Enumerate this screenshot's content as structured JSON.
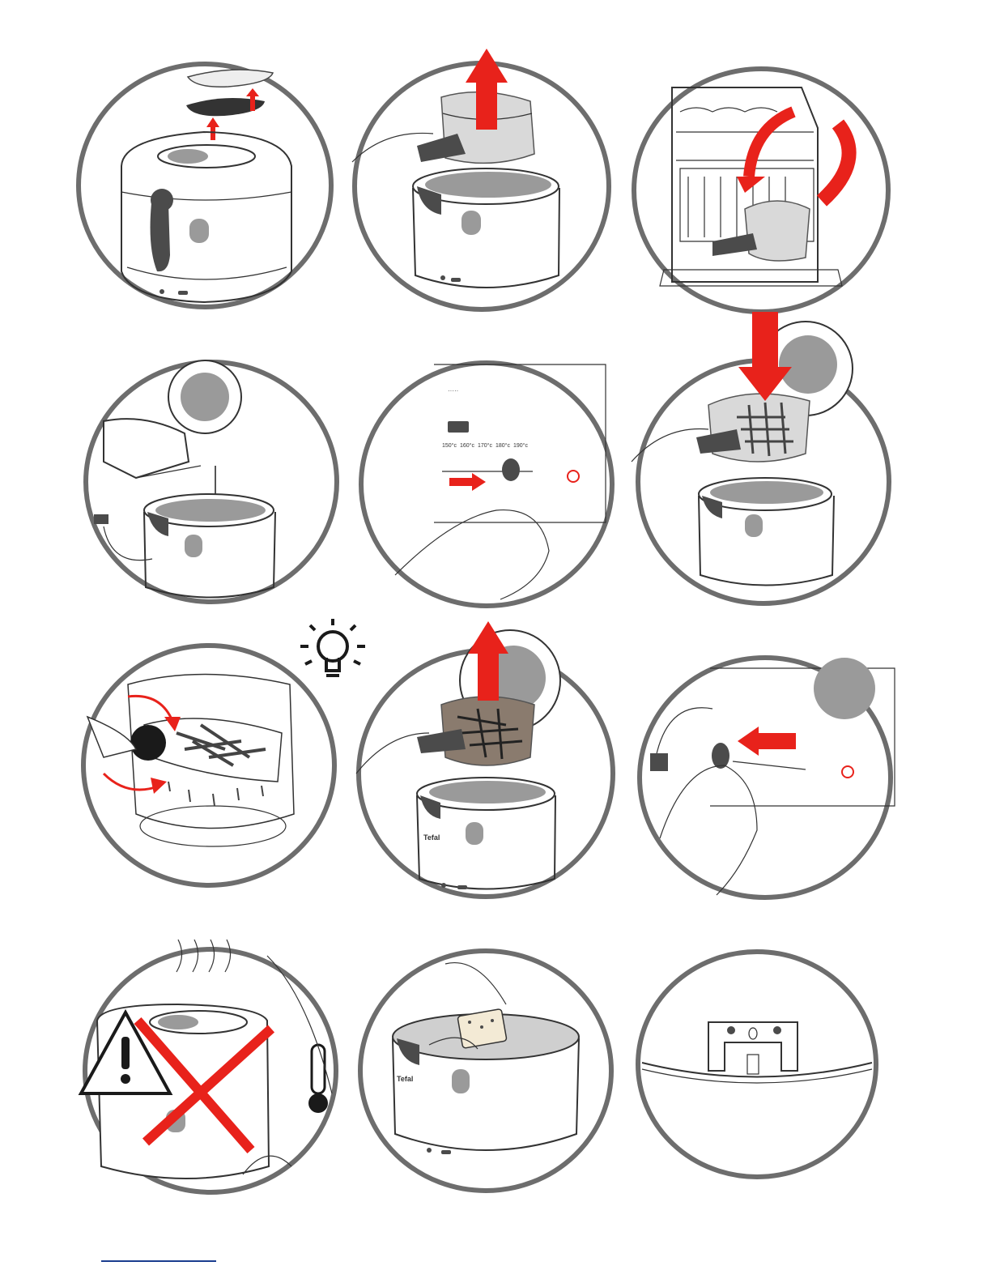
{
  "page": {
    "background": "#ffffff",
    "accent_color": "#e8221b",
    "outline_color": "#6d6d6d",
    "footer_rule_color": "#1a3d8f"
  },
  "panels": [
    {
      "id": "p1",
      "icon": "filter-lid-removal-illustration"
    },
    {
      "id": "p2",
      "icon": "basket-lift-illustration"
    },
    {
      "id": "p3",
      "icon": "dishwasher-basket-illustration"
    },
    {
      "id": "p4",
      "icon": "oil-pouring-illustration"
    },
    {
      "id": "p5",
      "icon": "thermostat-dial-illustration",
      "labels": [
        "150°c",
        "160°c",
        "170°c",
        "180°c",
        "190°c"
      ]
    },
    {
      "id": "p6",
      "icon": "basket-lowering-illustration"
    },
    {
      "id": "p7",
      "icon": "shake-fries-illustration"
    },
    {
      "id": "p8",
      "icon": "basket-raise-after-frying-illustration",
      "brand": "Tefal"
    },
    {
      "id": "p9",
      "icon": "thermostat-off-illustration"
    },
    {
      "id": "p10",
      "icon": "hot-fryer-warning-illustration"
    },
    {
      "id": "p11",
      "icon": "lid-cleaning-illustration",
      "brand": "Tefal"
    },
    {
      "id": "p12",
      "icon": "wall-bracket-illustration"
    }
  ],
  "tip": {
    "icon": "lightbulb-icon"
  }
}
